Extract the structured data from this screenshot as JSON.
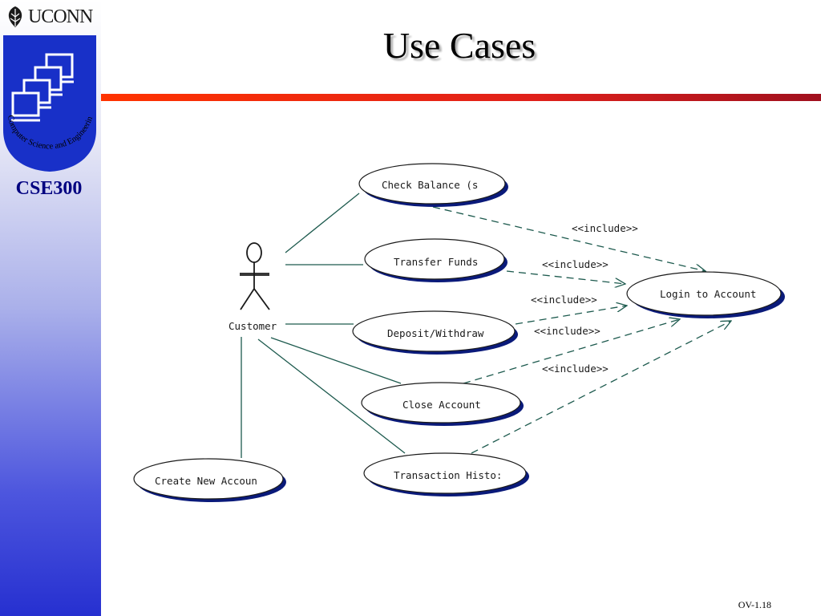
{
  "header": {
    "logo_text": "UCONN",
    "badge_text": "Computer Science and Engineering",
    "course": "CSE300",
    "title": "Use Cases"
  },
  "diagram": {
    "actor": {
      "label": "Customer"
    },
    "use_cases": {
      "check_balance": "Check Balance (s",
      "transfer_funds": "Transfer Funds",
      "deposit_withdraw": "Deposit/Withdraw",
      "close_account": "Close Account",
      "transaction_history": "Transaction Histo:",
      "create_new_account": "Create New Accoun",
      "login": "Login to Account"
    },
    "relations": {
      "include_1": "<<include>>",
      "include_2": "<<include>>",
      "include_3": "<<include>>",
      "include_4": "<<include>>",
      "include_5": "<<include>>"
    }
  },
  "footer": {
    "slide_number": "OV-1.18"
  },
  "colors": {
    "line": "#1d5a4e",
    "ellipse_shadow": "#0a1a7a",
    "rule_start": "#ff3300",
    "rule_end": "#a0101e",
    "course_text": "#000080"
  }
}
